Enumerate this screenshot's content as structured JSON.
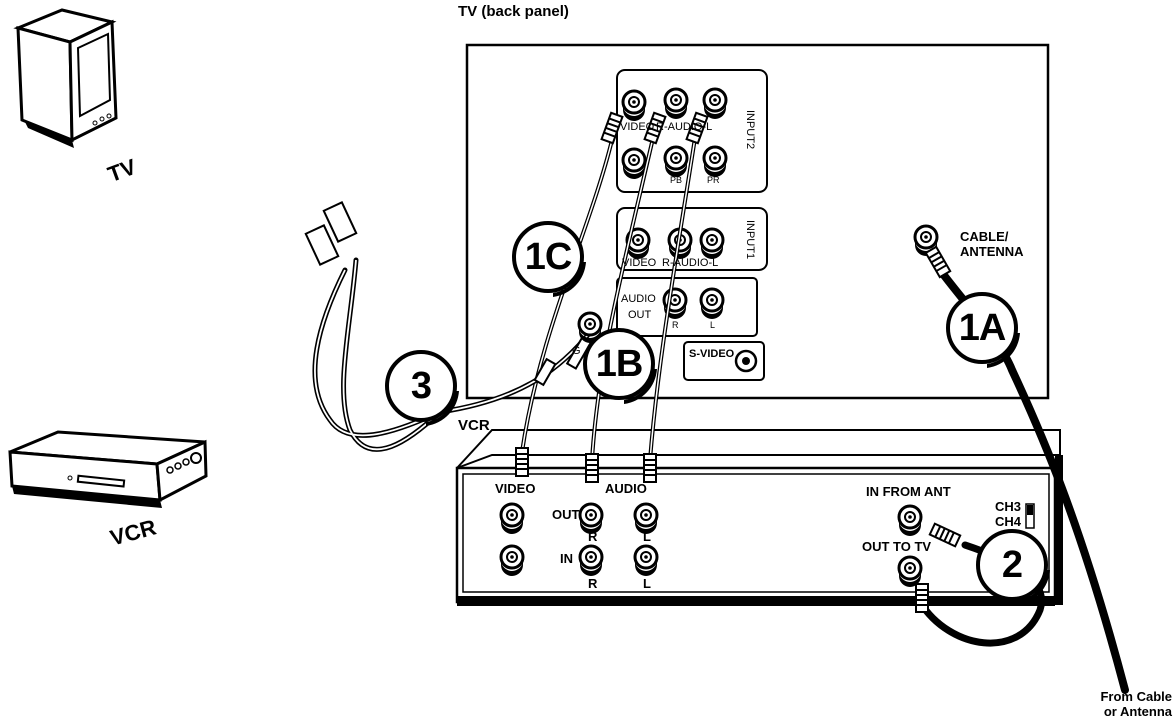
{
  "title": "TV (back panel)",
  "devices": {
    "tv": "TV",
    "vcr": "VCR",
    "vcr_panel": "VCR"
  },
  "tv_panel": {
    "input2": "INPUT2",
    "input2_video": "VIDEO",
    "input2_audio": "R-AUDIO-L",
    "pb": "PB",
    "pr": "PR",
    "input1": "INPUT1",
    "input1_video": "VIDEO",
    "input1_audio": "R-AUDIO-L",
    "audio_out_1": "AUDIO",
    "audio_out_2": "OUT",
    "r": "R",
    "l": "L",
    "svideo": "S-VIDEO",
    "cable_1": "CABLE/",
    "cable_2": "ANTENNA",
    "g_fragment": "G"
  },
  "vcr_panel": {
    "video": "VIDEO",
    "audio": "AUDIO",
    "out": "OUT",
    "in": "IN",
    "r": "R",
    "l": "L",
    "in_from_ant": "IN FROM ANT",
    "out_to_tv": "OUT TO TV",
    "ch3": "CH3",
    "ch4": "CH4"
  },
  "steps": [
    "1C",
    "1B",
    "1A",
    "3",
    "2"
  ],
  "source": {
    "line1": "From Cable",
    "line2": "or Antenna"
  }
}
